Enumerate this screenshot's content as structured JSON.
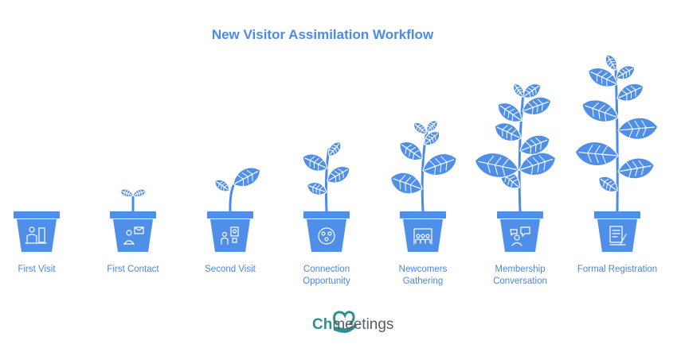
{
  "title": "New Visitor Assimilation Workflow",
  "colors": {
    "primary": "#4a8ae8",
    "leaf": "#4f8fe8",
    "stem": "#4a8ae8",
    "label": "#4b86e0",
    "brand_teal": "#2f8f8f",
    "brand_gray": "#555e6a"
  },
  "steps": [
    {
      "label_lines": [
        "First Visit"
      ],
      "icon": "visitor-at-door-icon",
      "growth_stage": 0
    },
    {
      "label_lines": [
        "First Contact"
      ],
      "icon": "person-with-message-icon",
      "growth_stage": 1
    },
    {
      "label_lines": [
        "Second Visit"
      ],
      "icon": "returning-visitor-icon",
      "growth_stage": 2
    },
    {
      "label_lines": [
        "Connection",
        "Opportunity"
      ],
      "icon": "group-circle-icon",
      "growth_stage": 3
    },
    {
      "label_lines": [
        "Newcomers",
        "Gathering"
      ],
      "icon": "people-gathering-icon",
      "growth_stage": 4
    },
    {
      "label_lines": [
        "Membership",
        "Conversation"
      ],
      "icon": "conversation-icon",
      "growth_stage": 5
    },
    {
      "label_lines": [
        "Formal Registration"
      ],
      "icon": "registration-form-icon",
      "growth_stage": 6
    }
  ],
  "logo": {
    "prefix": "Ch",
    "suffix": "meetings",
    "icon": "chmeetings-heart-hand-icon"
  }
}
